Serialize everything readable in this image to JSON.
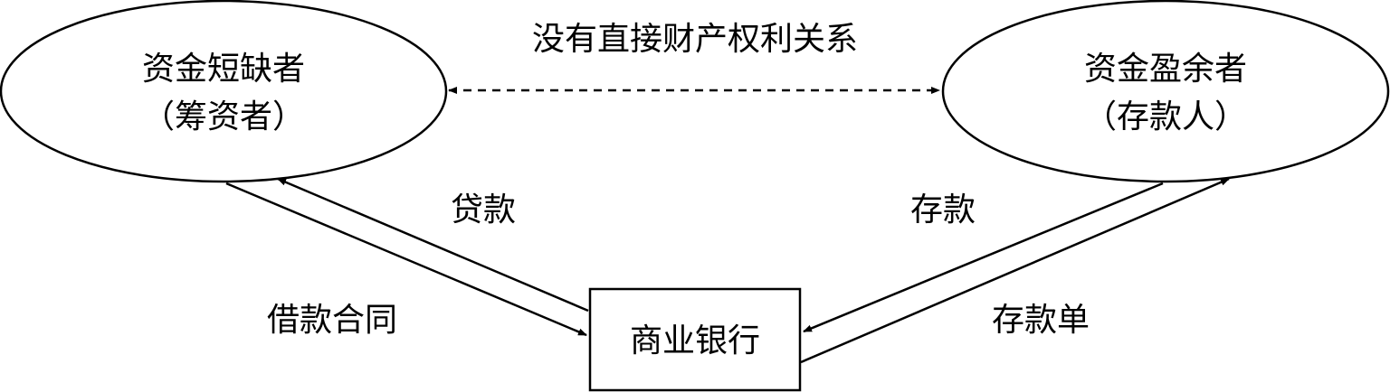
{
  "nodes": {
    "borrower": {
      "title": "资金短缺者",
      "subtitle": "（筹资者）"
    },
    "saver": {
      "title": "资金盈余者",
      "subtitle": "（存款人）"
    },
    "bank": {
      "title": "商业银行"
    }
  },
  "edges": {
    "no_relation": "没有直接财产权利关系",
    "loan": "贷款",
    "loan_contract": "借款合同",
    "deposit": "存款",
    "deposit_certificate": "存款单"
  }
}
